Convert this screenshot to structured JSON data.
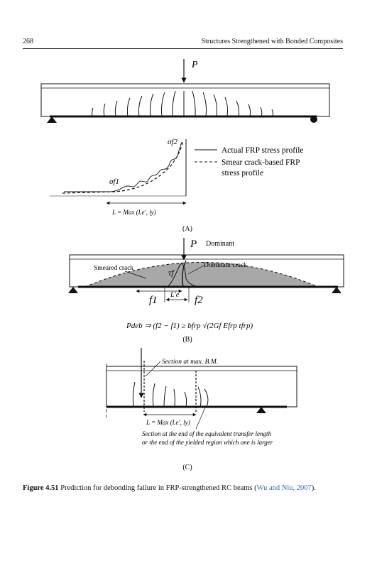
{
  "header": {
    "page_number": "268",
    "running_title": "Structures Strengthened with Bonded Composites"
  },
  "panel_a": {
    "load_label": "P",
    "sigma_upper": "σf2",
    "sigma_lower": "σf1",
    "legend_actual": "Actual FRP stress profile",
    "legend_smear_line1": "Smear crack-based FRP",
    "legend_smear_line2": "stress profile",
    "dimension": "L = Max (Le', ly)",
    "label": "(A)"
  },
  "panel_b": {
    "load_label": "P",
    "dominant_note": "Dominant",
    "smeared_label": "Smeared crack",
    "dominant_label": "Dominant crack",
    "tf": "τf",
    "f1": "f1",
    "f2": "f2",
    "le": "L'e",
    "equation": "Pdeb ⇒ (f2 − f1) ≥ bfrp √(2Gf Efrp tfrp)",
    "label": "(B)"
  },
  "panel_c": {
    "section_label": "Section at max. B.M.",
    "dimension": "L = Max (Le', ly)",
    "note_line1": "Section at the end of the equivalent transfer length",
    "note_line2": "or the end of the yielded region which one is larger",
    "label": "(C)"
  },
  "caption": {
    "figure_label": "Figure 4.51",
    "text": "Prediction for debonding failure in FRP-strengthened RC beams (",
    "citation": "Wu and Niu, 2007",
    "end": ")."
  }
}
